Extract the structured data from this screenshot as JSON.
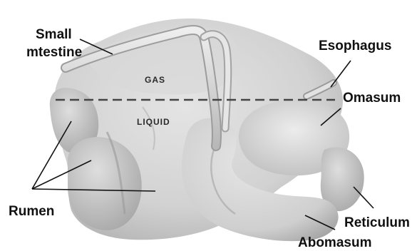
{
  "labels": {
    "small_intestine_line1": "Small",
    "small_intestine_line2": "mtestine",
    "esophagus": "Esophagus",
    "omasum": "Omasum",
    "gas": "GAS",
    "liquid": "LIQUID",
    "rumen": "Rumen",
    "reticulum": "Reticulum",
    "abomasum": "Abomasum"
  }
}
